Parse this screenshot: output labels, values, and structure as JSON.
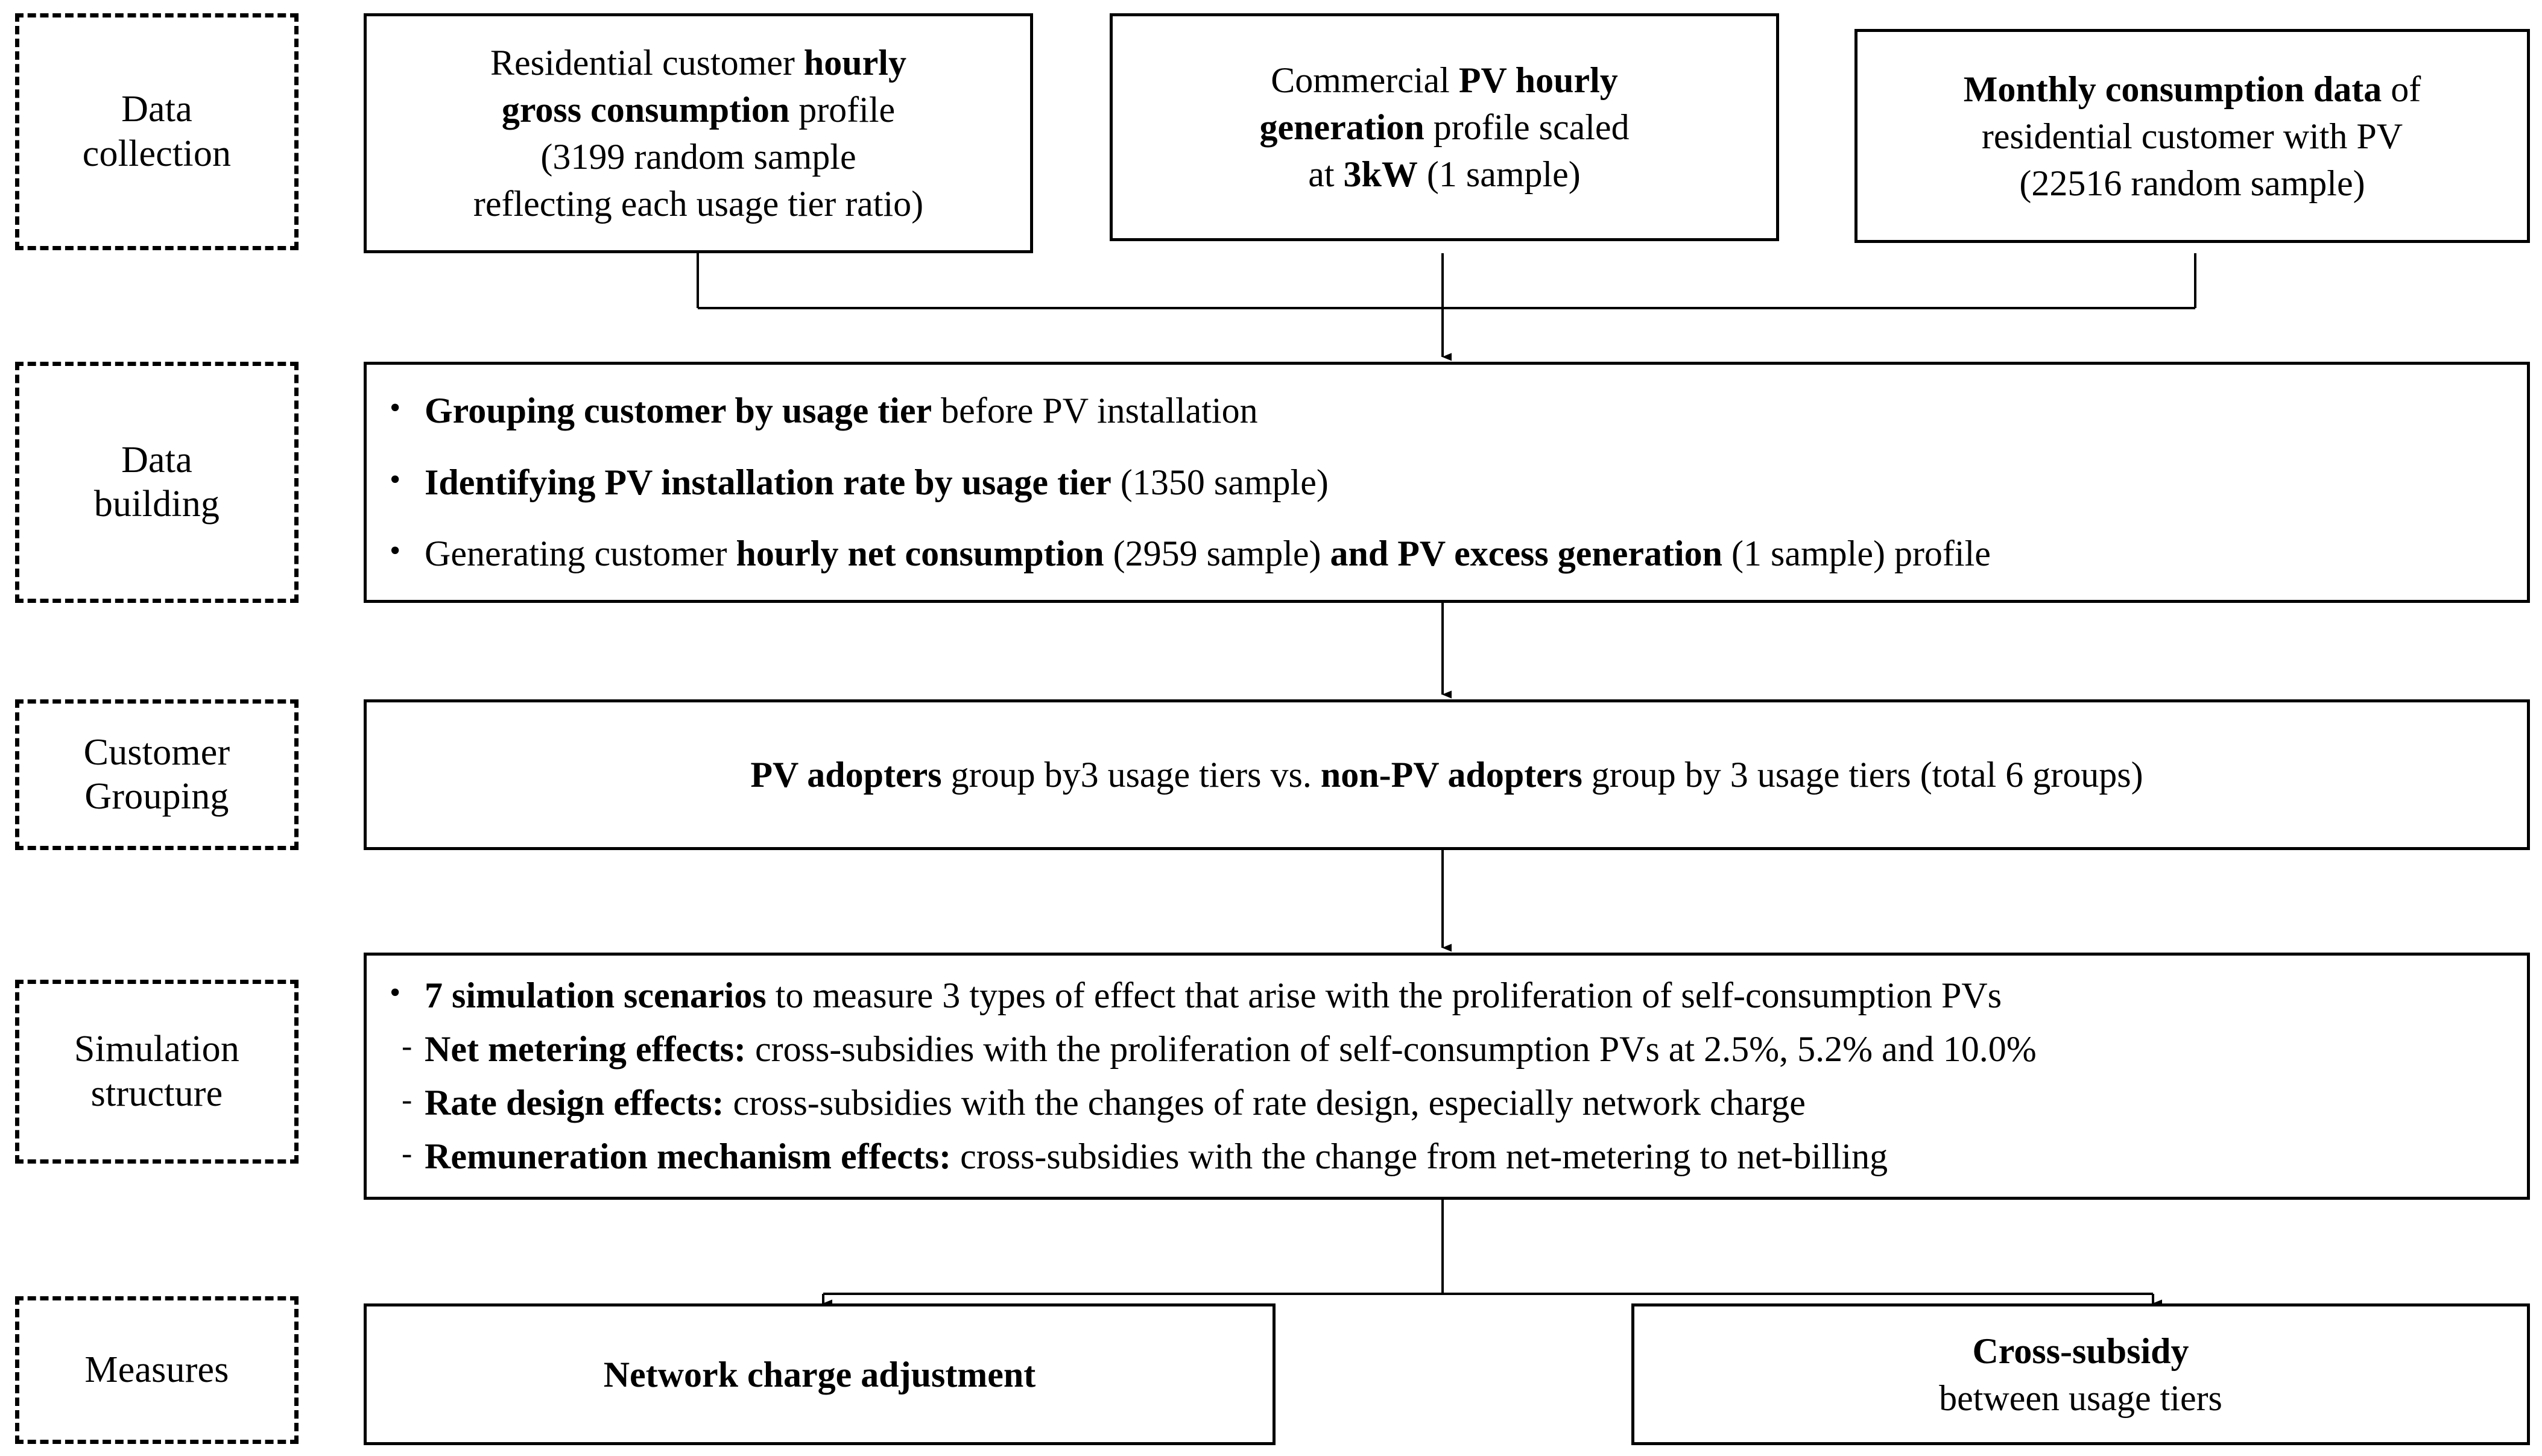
{
  "figure": {
    "kind": "flowchart",
    "orientation": "top-to-bottom",
    "stage_count": 5
  },
  "stages": [
    {
      "id": "data-collection",
      "label": "Data\ncollection"
    },
    {
      "id": "data-building",
      "label": "Data\nbuilding"
    },
    {
      "id": "customer-grouping",
      "label": "Customer\nGrouping"
    },
    {
      "id": "simulation-structure",
      "label": "Simulation\nstructure"
    },
    {
      "id": "measures",
      "label": "Measures"
    }
  ],
  "data_collection": {
    "box1": {
      "line1_normal": "Residential customer ",
      "line1_bold": "hourly",
      "line2_bold": "gross consumption",
      "line2_normal": " profile",
      "line3": "(3199 random sample",
      "line4": "reflecting  each usage tier ratio)"
    },
    "box2": {
      "line1_normal": "Commercial ",
      "line1_bold": "PV hourly",
      "line2_bold": "generation",
      "line2_normal": " profile scaled",
      "line3_normal": "at ",
      "line3_bold": "3kW",
      "line3_tail": " (1 sample)"
    },
    "box3": {
      "line1_bold": "Monthly consumption data",
      "line1_normal": " of",
      "line2": "residential  customer with PV",
      "line3": "(22516 random sample)"
    }
  },
  "data_building": {
    "bullet_mark": "•",
    "items": [
      {
        "bold": "Grouping customer by usage tier",
        "normal": " before PV installation"
      },
      {
        "bold": "Identifying PV installation rate by usage tier",
        "normal": " (1350  sample)"
      },
      {
        "pre": "Generating customer ",
        "bold": "hourly net consumption",
        "mid": " (2959  sample) ",
        "bold2": "and PV excess generation",
        "post": " (1 sample) profile"
      }
    ]
  },
  "customer_grouping": {
    "bold1": "PV adopters",
    "mid1": " group by3 usage tiers vs. ",
    "bold2": "non-PV adopters",
    "tail": " group by 3 usage tiers (total 6 groups)"
  },
  "simulation_structure": {
    "bullet_mark": "•",
    "dash_mark": "-",
    "line1_bold": "7 simulation scenarios",
    "line1_normal": " to measure 3 types of effect that arise with the proliferation of self-consumption PVs",
    "line2_bold": "Net metering effects:",
    "line2_normal": "  cross-subsidies with the proliferation  of self-consumption PVs at 2.5%, 5.2% and 10.0%",
    "line3_bold": "Rate design effects:",
    "line3_normal": " cross-subsidies with the changes of rate design, especially  network charge",
    "line4_bold": "Remuneration mechanism effects:",
    "line4_normal": " cross-subsidies with the change from net-metering to net-billing"
  },
  "measures": {
    "left": {
      "title": "Network charge adjustment"
    },
    "right": {
      "title": "Cross-subsidy",
      "subtitle": "between usage tiers"
    }
  },
  "colors": {
    "stroke": "#000000",
    "text": "#000000",
    "background": "#ffffff"
  }
}
